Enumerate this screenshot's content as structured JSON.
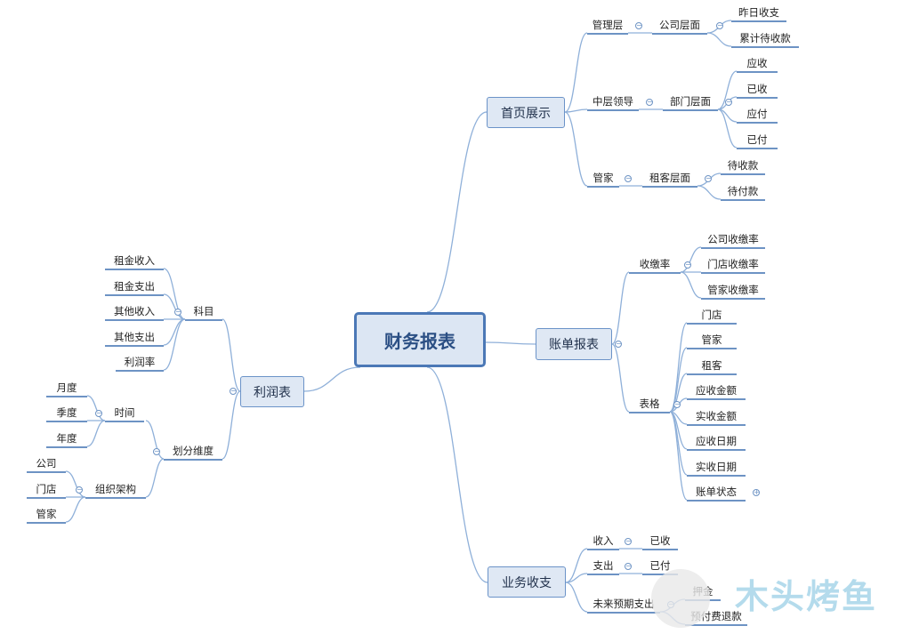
{
  "root": "财务报表",
  "nodes": {
    "home": "首页展示",
    "mgmt": "管理层",
    "companyLevel": "公司层面",
    "yesterday": "昨日收支",
    "accumulated": "累计待收款",
    "middle": "中层领导",
    "deptLevel": "部门层面",
    "receivable": "应收",
    "received": "已收",
    "payable": "应付",
    "paid": "已付",
    "butler": "管家",
    "tenantLevel": "租客层面",
    "toCollect": "待收款",
    "toPay": "待付款",
    "bill": "账单报表",
    "collRate": "收缴率",
    "companyRate": "公司收缴率",
    "storeRate": "门店收缴率",
    "butlerRate": "管家收缴率",
    "table": "表格",
    "store": "门店",
    "butler2": "管家",
    "tenant": "租客",
    "amountDue": "应收金额",
    "amountRec": "实收金额",
    "dateDue": "应收日期",
    "dateRec": "实收日期",
    "billStatus": "账单状态",
    "biz": "业务收支",
    "income": "收入",
    "incomeDone": "已收",
    "expense": "支出",
    "expenseDone": "已付",
    "future": "未来预期支出",
    "deposit": "押金",
    "prepaidRefund": "预付费退款",
    "profit": "利润表",
    "subject": "科目",
    "rentIn": "租金收入",
    "rentOut": "租金支出",
    "otherIn": "其他收入",
    "otherOut": "其他支出",
    "margin": "利润率",
    "dimension": "划分维度",
    "time": "时间",
    "month": "月度",
    "quarter": "季度",
    "year": "年度",
    "org": "组织架构",
    "orgCompany": "公司",
    "orgStore": "门店",
    "orgButler": "管家"
  },
  "watermark": "木头烤鱼",
  "colors": {
    "line": "#8fb0d9",
    "accent": "#4b78b6",
    "node_fill": "#dfe8f4"
  }
}
